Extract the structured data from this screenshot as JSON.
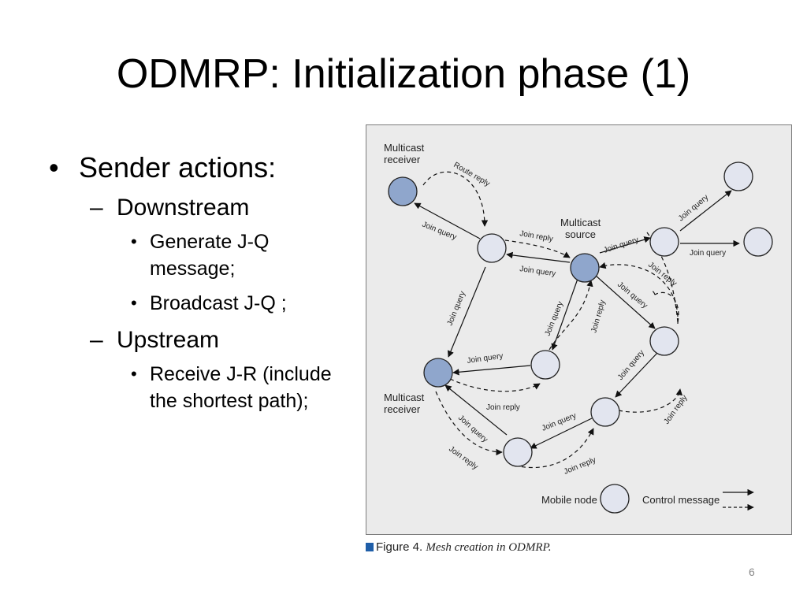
{
  "slide": {
    "title": "ODMRP: Initialization phase (1)",
    "bullet_glyph": "•",
    "dash_glyph": "–",
    "bullets": {
      "l1": "Sender actions:",
      "downstream": "Downstream",
      "gen_jq": "Generate J-Q",
      "gen_jq_2": "message;",
      "broadcast": "Broadcast J-Q ;",
      "upstream": "Upstream",
      "receive": "Receive J-R (include",
      "receive_2": "the shortest path);"
    },
    "page_number": "6"
  },
  "figure": {
    "caption_label": "Figure 4.",
    "caption_text": "Mesh creation in ODMRP.",
    "caption_marker_color": "#1f5ea8",
    "labels": {
      "receiver_top_1": "Multicast",
      "receiver_top_2": "receiver",
      "source_1": "Multicast",
      "source_2": "source",
      "receiver_bottom_1": "Multicast",
      "receiver_bottom_2": "receiver",
      "route_reply": "Route reply",
      "join_query": "Join query",
      "join_reply": "Join reply",
      "legend_mobile_node": "Mobile node",
      "legend_control_message": "Control message"
    },
    "colors": {
      "multicast_node": "#8fa6cc",
      "mobile_node": "#e2e5ef",
      "background": "#ebebeb"
    }
  }
}
